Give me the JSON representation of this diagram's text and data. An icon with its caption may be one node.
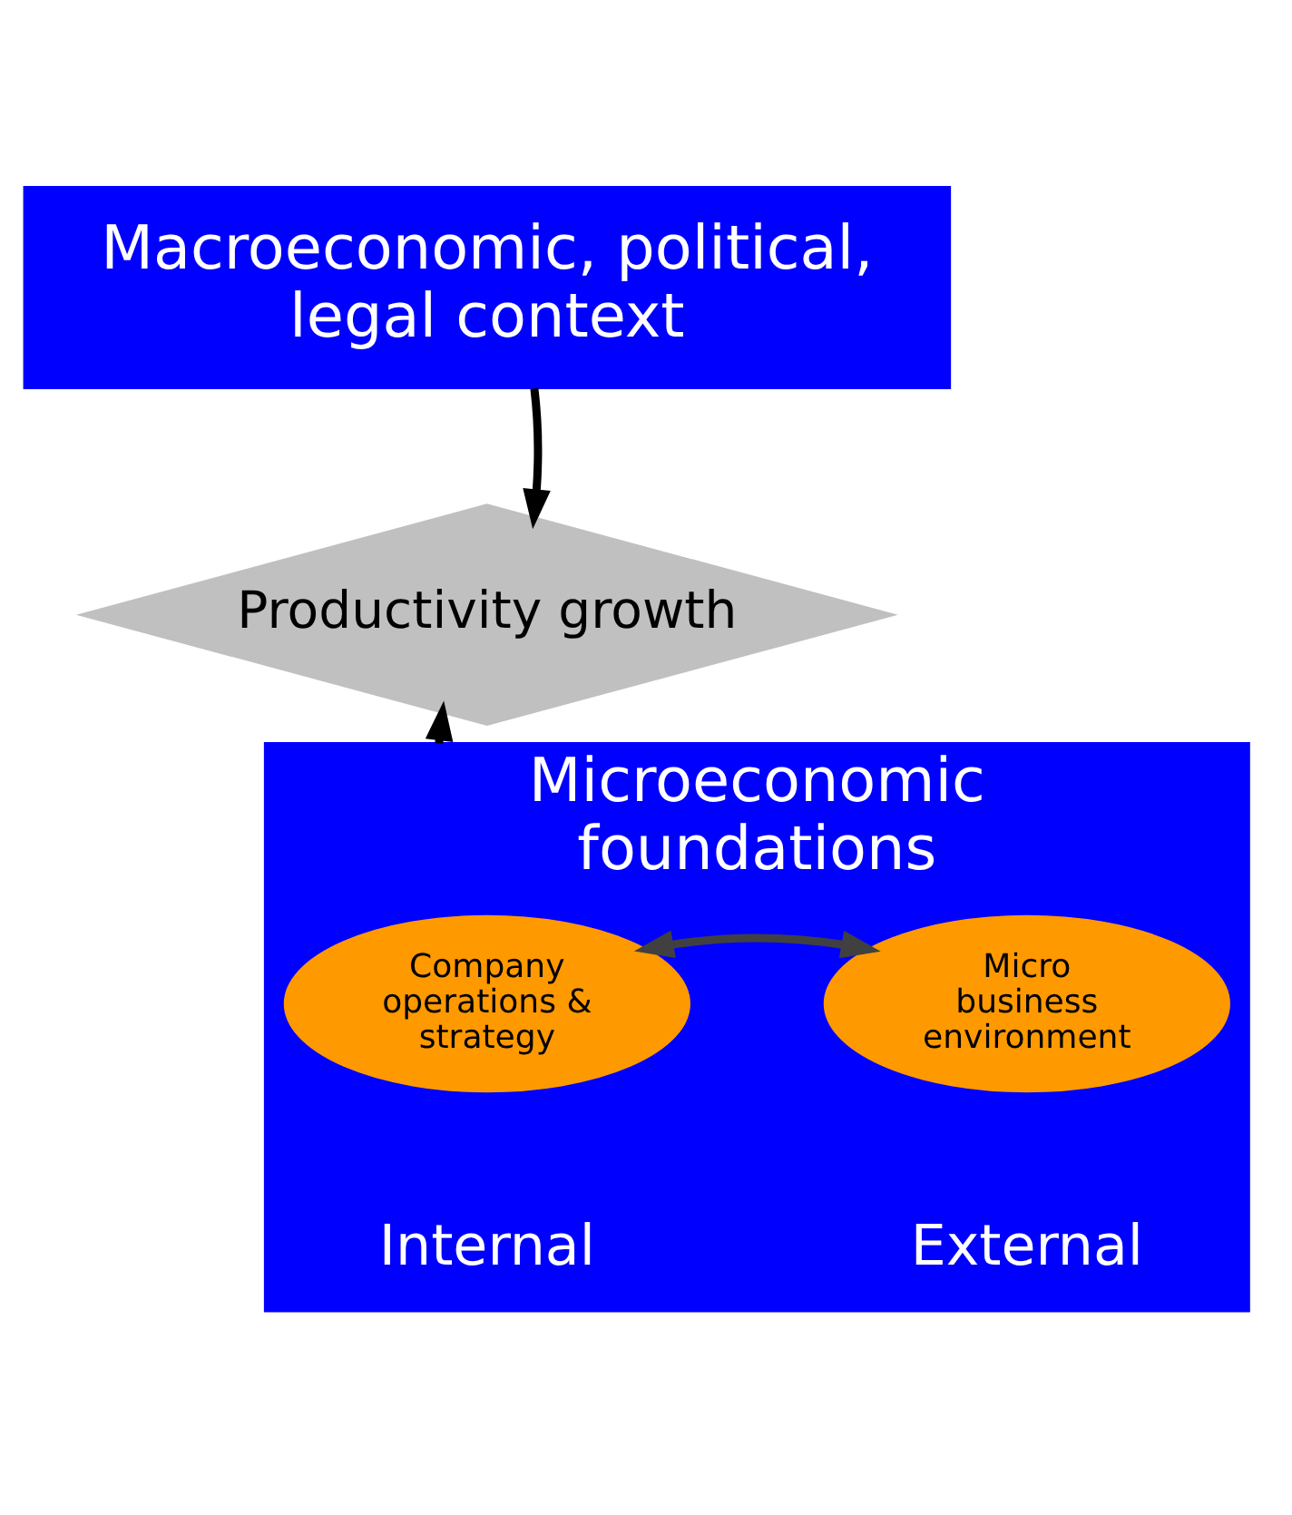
{
  "diagram": {
    "nodes": [
      {
        "text": [
          "Macroeconomic, political, legal context"
        ]
      },
      {
        "text": [
          "Productivity growth"
        ]
      },
      {
        "text": [
          "Microeconomic foundations"
        ]
      },
      {
        "text": [
          "Company operations & strategy"
        ],
        "in": 2,
        "beside": [
          "Internal"
        ]
      },
      {
        "text": [
          "Micro business environment"
        ],
        "in": 2,
        "beside": [
          "External"
        ]
      }
    ],
    "edges": [
      {
        "from": 0,
        "to": 1,
        "arrow": "to"
      },
      {
        "from": 2,
        "to": 1,
        "arrow": "to"
      },
      {
        "from": 3,
        "to": 4,
        "arrow": "both",
        "color": "#404040"
      }
    ]
  }
}
